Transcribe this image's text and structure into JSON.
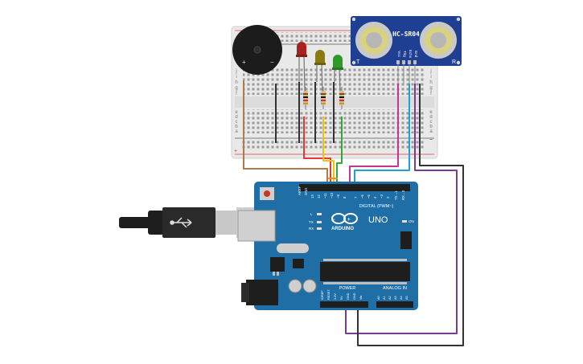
{
  "sensor": {
    "model": "HC-SR04",
    "left_label": "T",
    "right_label": "R",
    "pins": [
      "Vcc",
      "Trig",
      "Echo",
      "Gnd"
    ]
  },
  "buzzer": {
    "plus": "+",
    "minus": "−"
  },
  "breadboard": {
    "row_letters_top": [
      "j",
      "i",
      "h",
      "g",
      "f"
    ],
    "row_letters_bottom": [
      "e",
      "d",
      "c",
      "b",
      "a"
    ],
    "rail_plus": "+",
    "rail_minus": "−"
  },
  "arduino": {
    "brand": "ARDUINO",
    "model": "UNO",
    "digital_header": "DIGITAL (PWM~)",
    "power_header": "POWER",
    "analog_header": "ANALOG IN",
    "digital_pins": [
      "AREF",
      "GND",
      "13",
      "12",
      "~11",
      "~10",
      "~9",
      "8",
      "7",
      "~6",
      "~5",
      "4",
      "~3",
      "2",
      "TX→1",
      "RX←0"
    ],
    "power_pins": [
      "IOREF",
      "RESET",
      "3.3V",
      "5V",
      "GND",
      "GND",
      "Vin"
    ],
    "analog_pins": [
      "A0",
      "A1",
      "A2",
      "A3",
      "A4",
      "A5"
    ],
    "led_labels": [
      "L",
      "TX",
      "RX",
      "ON"
    ]
  },
  "colors": {
    "breadboard": "#e9e9e9",
    "board": "#1f6fa6",
    "sensor": "#1f3f92",
    "wire_red": "#e23b34",
    "wire_orange": "#f28c1c",
    "wire_yellow": "#f5c400",
    "wire_green": "#2ea836",
    "wire_blue": "#1ea2d6",
    "wire_magenta": "#c2378f",
    "wire_purple": "#7a3a96",
    "wire_black": "#333333",
    "wire_brown": "#b07a4a"
  }
}
